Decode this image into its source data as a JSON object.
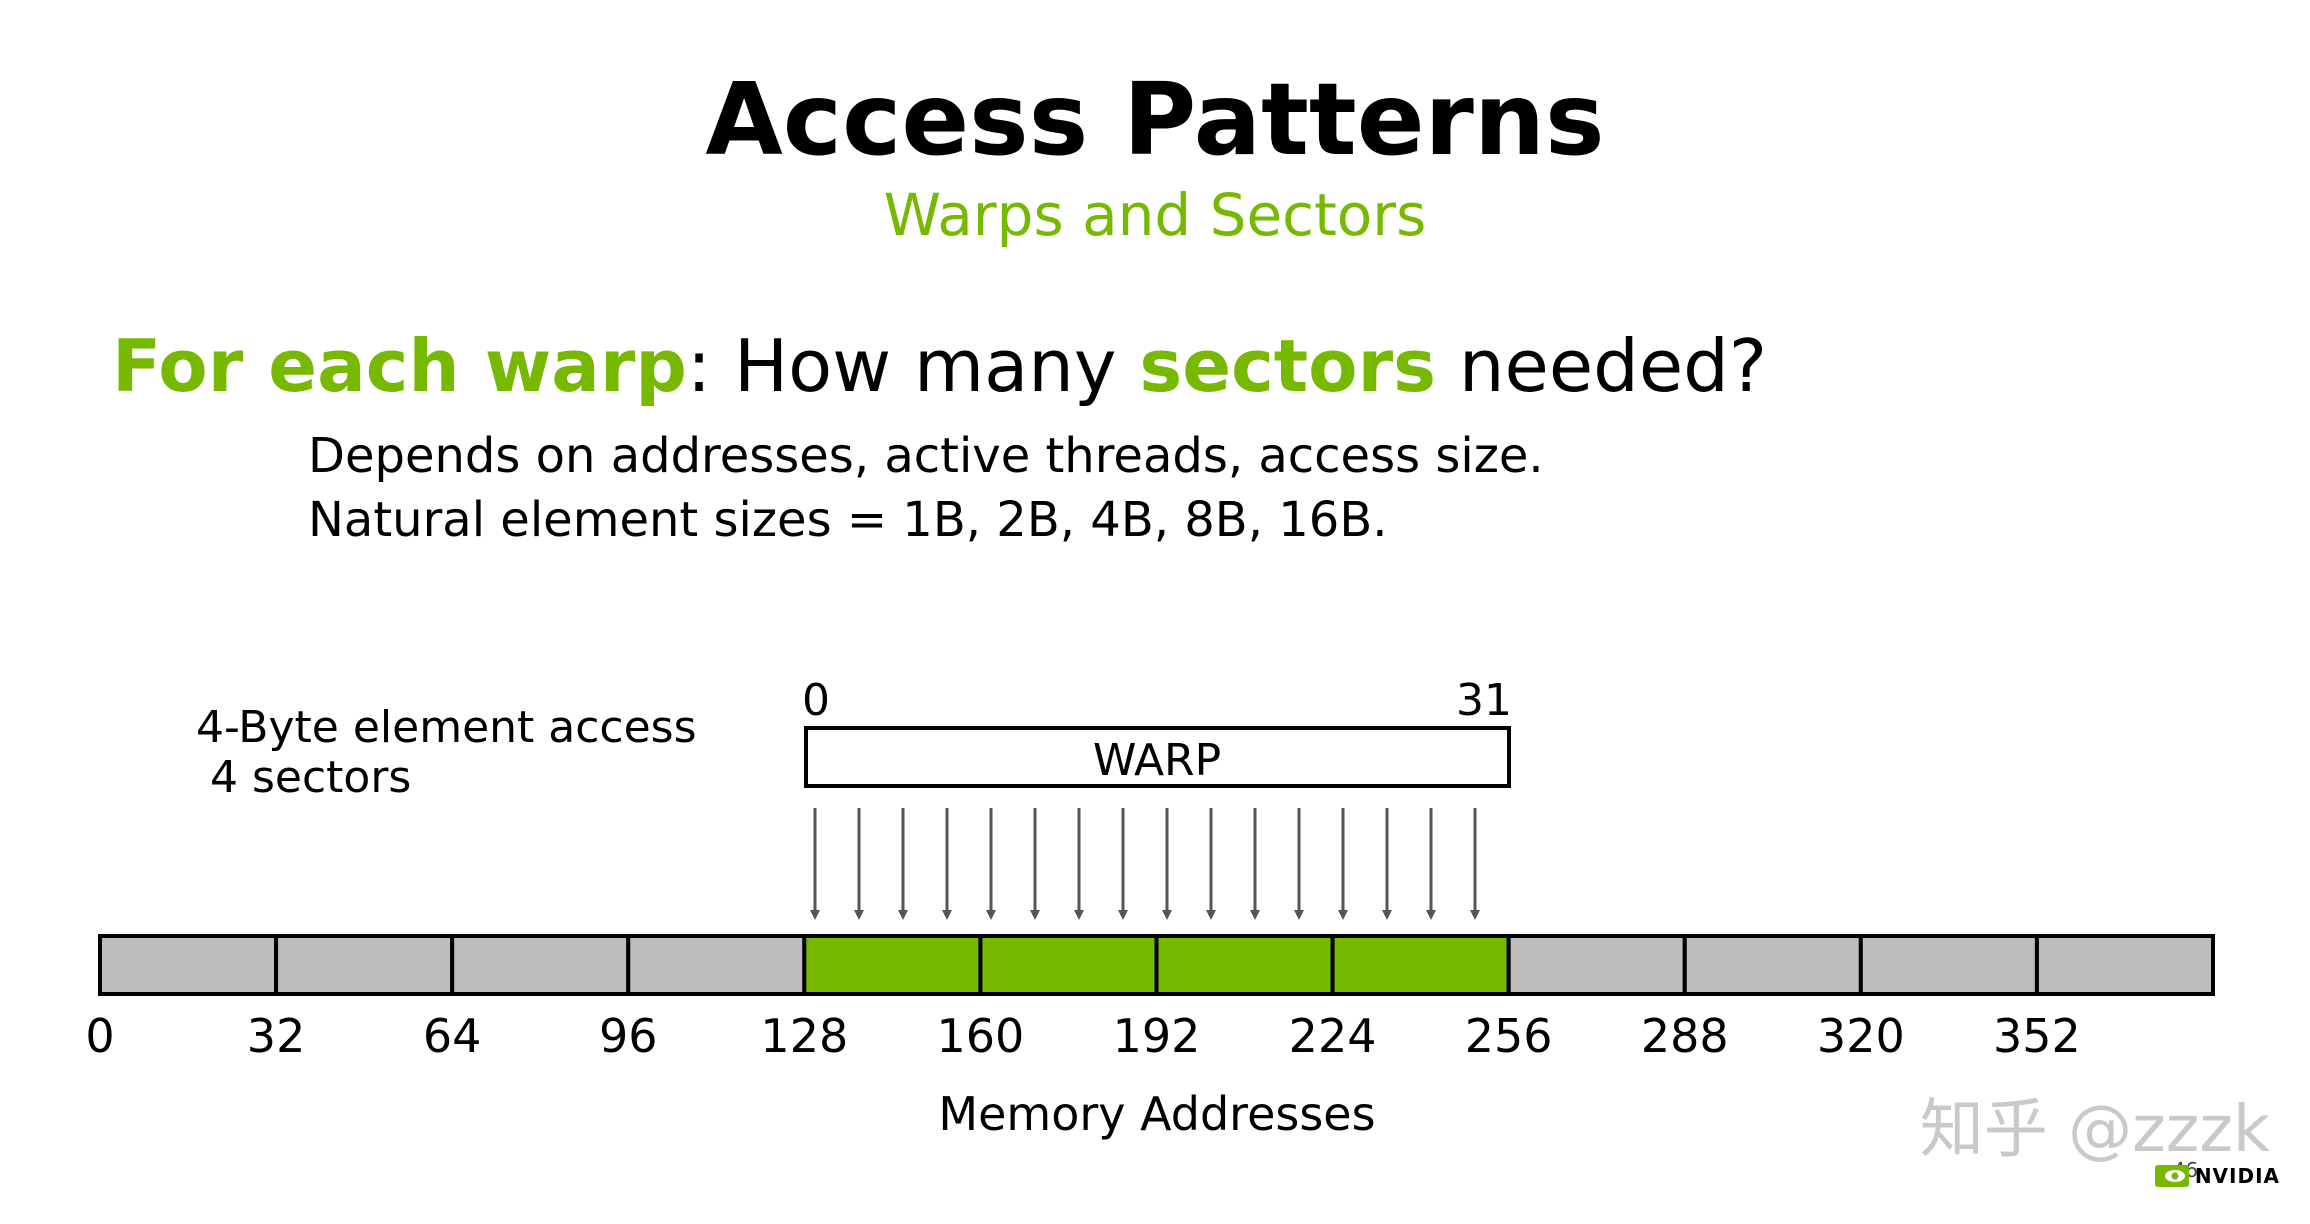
{
  "slide": {
    "title": "Access Patterns",
    "subtitle": "Warps and Sectors",
    "headline": {
      "part1": "For each warp",
      "part2": ": How many ",
      "part3": "sectors",
      "part4": " needed?"
    },
    "bullets": [
      "Depends on addresses, active threads, access size.",
      "Natural element sizes = 1B, 2B, 4B, 8B, 16B."
    ],
    "page_number": "46",
    "brand": "NVIDIA",
    "watermark": "知乎 @zzzk"
  },
  "diagram": {
    "access_label": "4-Byte element access",
    "sectors_label": "4 sectors",
    "warp_label": "WARP",
    "warp_thread_start": "0",
    "warp_thread_end": "31",
    "arrow_count": 16,
    "axis_title": "Memory Addresses",
    "address_ticks": [
      "0",
      "32",
      "64",
      "96",
      "128",
      "160",
      "192",
      "224",
      "256",
      "288",
      "320",
      "352"
    ],
    "sectors_highlighted": [
      4,
      5,
      6,
      7
    ],
    "sector_count": 12,
    "colors": {
      "sector_default": "#bdbdbd",
      "sector_active": "#76b900",
      "arrow": "#555555",
      "accent": "#76b900"
    }
  }
}
